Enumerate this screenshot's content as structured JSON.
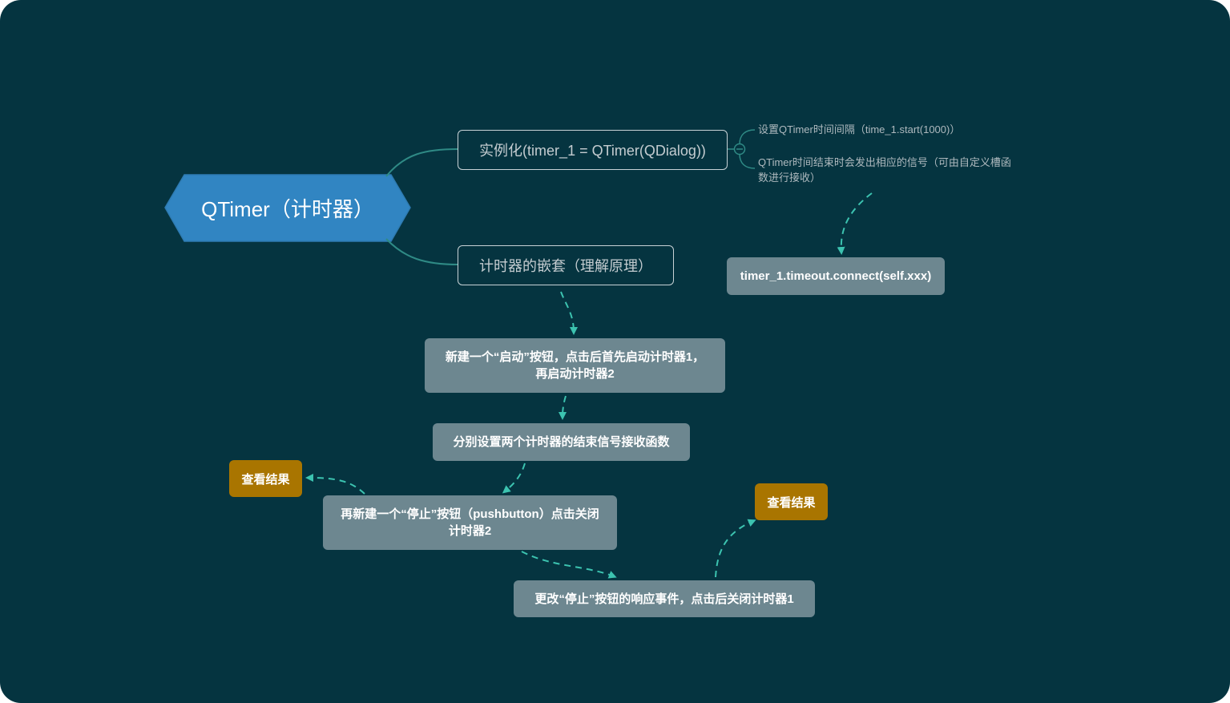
{
  "root": {
    "label": "QTimer（计时器）"
  },
  "branches": {
    "instantiate": "实例化(timer_1 = QTimer(QDialog))",
    "nesting": "计时器的嵌套（理解原理）"
  },
  "notes": {
    "set_interval": "设置QTimer时间间隔（time_1.start(1000)）",
    "timeout_signal_line1": "QTimer时间结束时会发出相应的信号（可由自定义槽函",
    "timeout_signal_line2": "数进行接收）"
  },
  "steps": {
    "connect": "timer_1.timeout.connect(self.xxx)",
    "start_button_line1": "新建一个“启动”按钮，点击后首先启动计时器1，",
    "start_button_line2": "再启动计时器2",
    "set_receivers": "分别设置两个计时器的结束信号接收函数",
    "stop_button_line1": "再新建一个“停止”按钮（pushbutton）点击关闭",
    "stop_button_line2": "计时器2",
    "change_stop": "更改“停止”按钮的响应事件，点击后关闭计时器1",
    "view_result_1": "查看结果",
    "view_result_2": "查看结果"
  },
  "colors": {
    "background": "#053440",
    "root_fill": "#3185c2",
    "connector": "#2f8a85",
    "dashed_arrow": "#3cc3b0",
    "step_fill": "#6d8790",
    "result_fill": "#a97500"
  }
}
